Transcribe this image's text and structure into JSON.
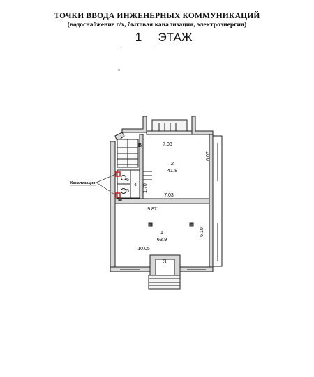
{
  "header": {
    "title": "ТОЧКИ ВВОДА ИНЖЕНЕРНЫХ КОММУНИКАЦИЙ",
    "subtitle": "(водоснабжение г/х, бытовая канализация, электроэнергия)",
    "floor_number": "1",
    "floor_label": "ЭТАЖ"
  },
  "plan": {
    "stair_label": "В",
    "rooms": [
      {
        "number": "2",
        "area": "41.8"
      },
      {
        "number": "1",
        "area": "63.9"
      },
      {
        "number": "3"
      },
      {
        "number": "4"
      },
      {
        "number": "5"
      },
      {
        "number": "6"
      }
    ],
    "dimensions": {
      "room2_top": "7.03",
      "room2_right": "6.07",
      "room2_bottom": "7.03",
      "room4_height": "1.70",
      "room1_top": "9.87",
      "room1_right": "6.10",
      "room1_bottom": "10.05"
    },
    "sewer_label": "Канализация",
    "sewer_color": "#cc1f1f"
  }
}
